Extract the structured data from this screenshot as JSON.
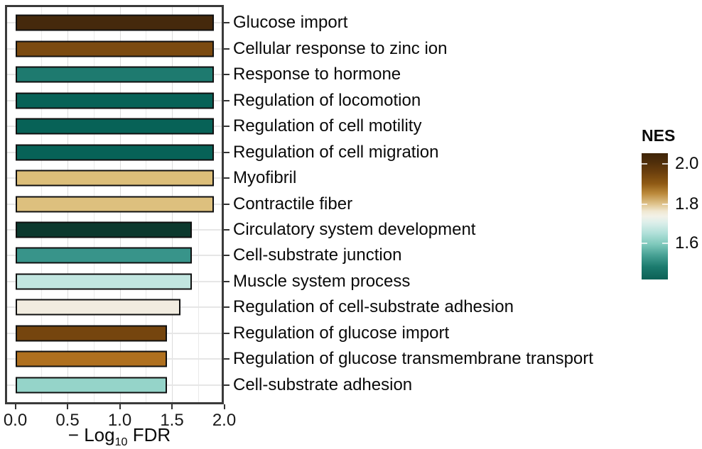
{
  "chart_data": {
    "type": "bar",
    "orientation": "horizontal",
    "title": "",
    "xlabel_parts": {
      "prefix": "− Log",
      "sub": "10",
      "suffix": " FDR"
    },
    "xlabel_plain": "− Log10 FDR",
    "xlim": [
      0,
      2.0
    ],
    "x_ticks": [
      {
        "label": "0.0",
        "value": 0.0
      },
      {
        "label": "0.5",
        "value": 0.5
      },
      {
        "label": "1.0",
        "value": 1.0
      },
      {
        "label": "1.5",
        "value": 1.5
      },
      {
        "label": "2.0",
        "value": 2.0
      }
    ],
    "grid": {
      "minor_step": 0.25,
      "major_step": 0.5,
      "on": true
    },
    "bars": [
      {
        "label": "Glucose import",
        "value": 1.9,
        "color": "#45290C"
      },
      {
        "label": "Cellular response to zinc ion",
        "value": 1.9,
        "color": "#7B4A10"
      },
      {
        "label": "Response to hormone",
        "value": 1.9,
        "color": "#1E7A6F"
      },
      {
        "label": "Regulation of locomotion",
        "value": 1.9,
        "color": "#076257"
      },
      {
        "label": "Regulation of cell motility",
        "value": 1.9,
        "color": "#076257"
      },
      {
        "label": "Regulation of cell migration",
        "value": 1.9,
        "color": "#076257"
      },
      {
        "label": "Myofibril",
        "value": 1.9,
        "color": "#DCBE79"
      },
      {
        "label": "Contractile fiber",
        "value": 1.9,
        "color": "#DDC07E"
      },
      {
        "label": "Circulatory system development",
        "value": 1.69,
        "color": "#0C392E"
      },
      {
        "label": "Cell-substrate junction",
        "value": 1.69,
        "color": "#38948A"
      },
      {
        "label": "Muscle system process",
        "value": 1.69,
        "color": "#C2E6E0"
      },
      {
        "label": "Regulation of cell-substrate adhesion",
        "value": 1.58,
        "color": "#F1ECE0"
      },
      {
        "label": "Regulation of glucose import",
        "value": 1.45,
        "color": "#75450E"
      },
      {
        "label": "Regulation of glucose transmembrane transport",
        "value": 1.45,
        "color": "#AF701F"
      },
      {
        "label": "Cell-substrate adhesion",
        "value": 1.45,
        "color": "#95D4C9"
      }
    ],
    "legend": {
      "title": "NES",
      "position": "right",
      "ticks": [
        {
          "label": "2.0",
          "offset": 15
        },
        {
          "label": "1.8",
          "offset": 72
        },
        {
          "label": "1.6",
          "offset": 127
        }
      ],
      "gradient": [
        {
          "pos": 0.0,
          "color": "#3E2408"
        },
        {
          "pos": 0.07,
          "color": "#4F2E0A"
        },
        {
          "pos": 0.15,
          "color": "#6B3F0D"
        },
        {
          "pos": 0.24,
          "color": "#8F5A14"
        },
        {
          "pos": 0.32,
          "color": "#BC8A3C"
        },
        {
          "pos": 0.4,
          "color": "#DEC28A"
        },
        {
          "pos": 0.46,
          "color": "#F0E8D2"
        },
        {
          "pos": 0.5,
          "color": "#F2F1E8"
        },
        {
          "pos": 0.55,
          "color": "#DCEFEA"
        },
        {
          "pos": 0.63,
          "color": "#B3E1DA"
        },
        {
          "pos": 0.72,
          "color": "#7FC9BC"
        },
        {
          "pos": 0.81,
          "color": "#46A093"
        },
        {
          "pos": 0.9,
          "color": "#1B7B6E"
        },
        {
          "pos": 1.0,
          "color": "#0D6156"
        }
      ]
    },
    "colors": {
      "panel_border": "#3a3a3a",
      "bar_stroke": "#101010",
      "grid_major": "#dcdcdc",
      "grid_minor": "#eaeaea",
      "axis_tick": "#333333",
      "text": "#0a0a0a",
      "background": "#ffffff"
    }
  }
}
